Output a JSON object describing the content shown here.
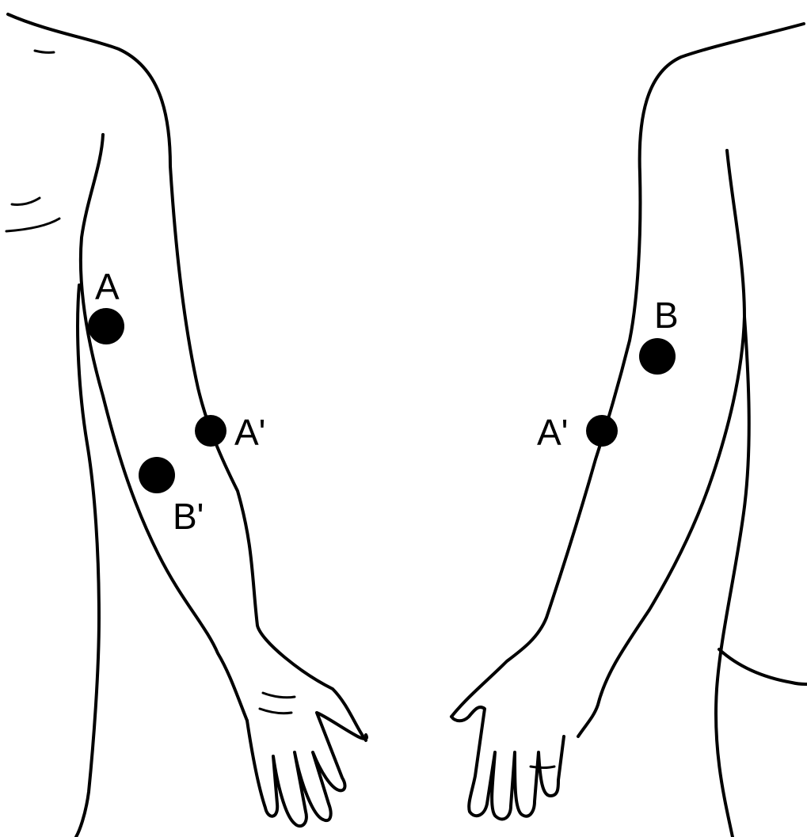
{
  "diagram": {
    "ink_color": "#000000",
    "background_color": "#ffffff",
    "left_arm": {
      "points": [
        {
          "id": "A",
          "label": "A"
        },
        {
          "id": "A-prime",
          "label": "A'"
        },
        {
          "id": "B-prime",
          "label": "B'"
        }
      ]
    },
    "right_arm": {
      "points": [
        {
          "id": "B",
          "label": "B"
        },
        {
          "id": "A-prime",
          "label": "A'"
        }
      ]
    }
  }
}
